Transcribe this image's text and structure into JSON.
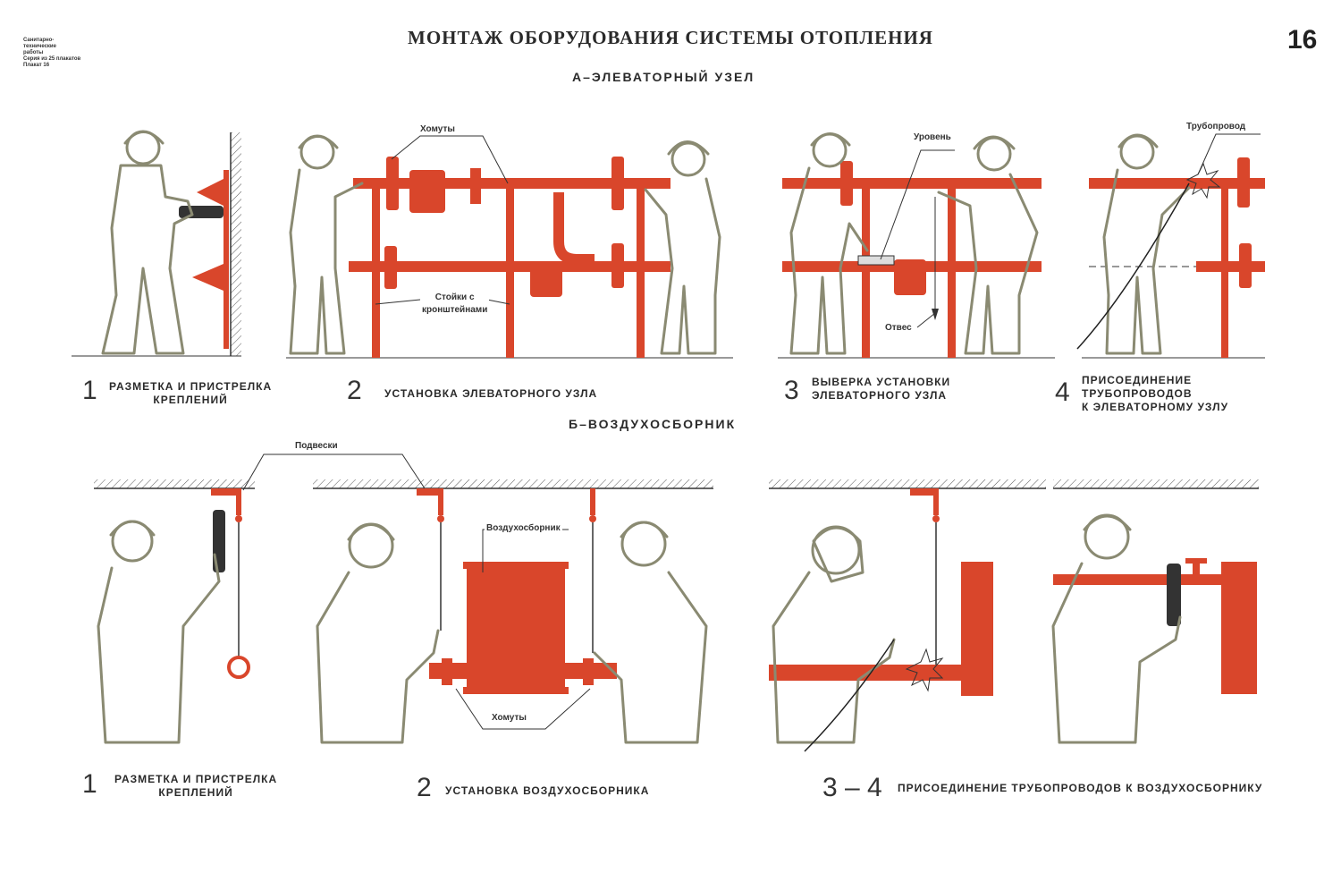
{
  "poster": {
    "series_lines": [
      "Санитарно-",
      "технические",
      "работы",
      "Серия из 25 плакатов",
      "Плакат 16"
    ],
    "title": "МОНТАЖ ОБОРУДОВАНИЯ СИСТЕМЫ ОТОПЛЕНИЯ",
    "page_number": "16"
  },
  "section_a": {
    "heading": "А–ЭЛЕВАТОРНЫЙ УЗЕЛ",
    "labels": {
      "clamps": "Хомуты",
      "posts": "Стойки с\nкронштейнами",
      "level": "Уровень",
      "plumb": "Отвес",
      "pipeline": "Трубопровод"
    },
    "steps": [
      {
        "number": "1",
        "caption": "РАЗМЕТКА И ПРИСТРЕЛКА\nКРЕПЛЕНИЙ"
      },
      {
        "number": "2",
        "caption": "УСТАНОВКА ЭЛЕВАТОРНОГО УЗЛА"
      },
      {
        "number": "3",
        "caption": "ВЫВЕРКА УСТАНОВКИ\nЭЛЕВАТОРНОГО УЗЛА"
      },
      {
        "number": "4",
        "caption": "ПРИСОЕДИНЕНИЕ\nТРУБОПРОВОДОВ\nК ЭЛЕВАТОРНОМУ УЗЛУ"
      }
    ]
  },
  "section_b": {
    "heading": "Б–ВОЗДУХОСБОРНИК",
    "labels": {
      "hangers": "Подвески",
      "air_collector": "Воздухосборник",
      "clamps": "Хомуты"
    },
    "steps": [
      {
        "number": "1",
        "caption": "РАЗМЕТКА И ПРИСТРЕЛКА\nКРЕПЛЕНИЙ"
      },
      {
        "number": "2",
        "caption": "УСТАНОВКА ВОЗДУХОСБОРНИКА"
      },
      {
        "number": "3 – 4",
        "caption": "ПРИСОЕДИНЕНИЕ ТРУБОПРОВОДОВ К ВОЗДУХОСБОРНИКУ"
      }
    ]
  },
  "colors": {
    "pipe": "#d9462b",
    "figure_outline": "#8a8a72",
    "text": "#2a2a2a"
  }
}
